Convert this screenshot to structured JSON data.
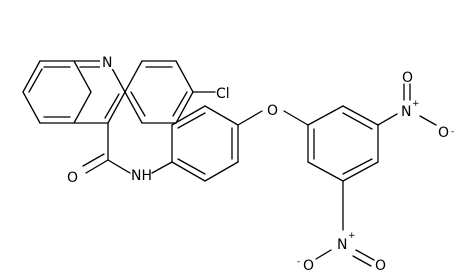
{
  "molecule": {
    "atoms": {
      "chlorine": "Cl",
      "quinoline_n": "N",
      "carbonyl_o": "O",
      "amide_nh": "NH",
      "ether_o": "O",
      "nitro_top_n": "N",
      "nitro_top_plus": "+",
      "nitro_top_o_double": "O",
      "nitro_top_o_single": "O",
      "nitro_top_minus": "-",
      "nitro_bottom_n": "N",
      "nitro_bottom_plus": "+",
      "nitro_bottom_o_double": "O",
      "nitro_bottom_o_single": "O",
      "nitro_bottom_minus": "-"
    }
  }
}
